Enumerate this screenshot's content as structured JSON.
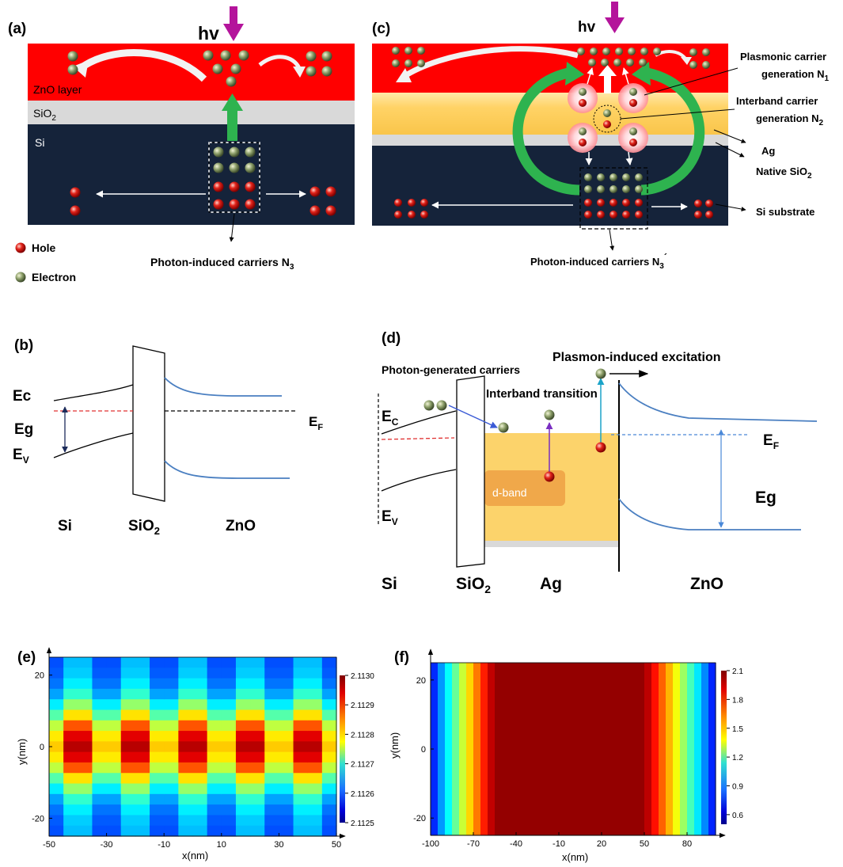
{
  "panels": {
    "a": {
      "tag": "(a)",
      "hv": "hv",
      "zno": "ZnO layer",
      "sio2": "SiO",
      "sio2_sub": "2",
      "si": "Si",
      "legend_hole": "Hole",
      "legend_electron": "Electron",
      "caption": "Photon-induced carriers N",
      "caption_sub": "3"
    },
    "c": {
      "tag": "(c)",
      "hv": "hv",
      "plasmonic_1": "Plasmonic carrier",
      "plasmonic_2": "generation N",
      "plasmonic_sub": "1",
      "interband_1": "Interband carrier",
      "interband_2": "generation N",
      "interband_sub": "2",
      "ag": "Ag",
      "native": "Native SiO",
      "native_sub": "2",
      "si_substrate": "Si substrate",
      "caption": "Photon-induced carriers  N",
      "caption_sub": "3",
      "caption_prime": "´"
    },
    "b": {
      "tag": "(b)",
      "ec": "Ec",
      "eg": "Eg",
      "ev": "E",
      "ev_sub": "V",
      "ef": "E",
      "ef_sub": "F",
      "si": "Si",
      "sio2": "SiO",
      "sio2_sub": "2",
      "zno": "ZnO"
    },
    "d": {
      "tag": "(d)",
      "plasmon_excitation": "Plasmon-induced excitation",
      "photon_generated": "Photon-generated carriers",
      "interband_transition": "Interband transition",
      "ec": "E",
      "ec_sub": "C",
      "ev": "E",
      "ev_sub": "V",
      "ef": "E",
      "ef_sub": "F",
      "eg": "Eg",
      "dband": "d-band",
      "si": "Si",
      "sio2": "SiO",
      "sio2_sub": "2",
      "ag": "Ag",
      "zno": "ZnO"
    }
  },
  "chart_data": [
    {
      "id": "e",
      "tag": "(e)",
      "type": "heatmap",
      "xlabel": "x(nm)",
      "ylabel": "y(nm)",
      "xlim": [
        -50,
        50
      ],
      "ylim": [
        -25,
        25
      ],
      "x_ticks": [
        "-50",
        "-30",
        "-10",
        "10",
        "30",
        "50"
      ],
      "y_ticks": [
        "20",
        "0",
        "-20"
      ],
      "colorbar_range": [
        2.1125,
        2.113
      ],
      "colorbar_ticks": [
        "2.1130",
        "2.1129",
        "2.1128",
        "2.1127",
        "2.1126",
        "2.1125"
      ],
      "pattern": "periodic hot spots along y = 0 every 20 nm, centred at x = -40, -20, 0, 20, 40"
    },
    {
      "id": "f",
      "tag": "(f)",
      "type": "heatmap",
      "xlabel": "x(nm)",
      "ylabel": "y(nm)",
      "xlim": [
        -100,
        100
      ],
      "ylim": [
        -25,
        25
      ],
      "x_ticks": [
        "-100",
        "-70",
        "-40",
        "-10",
        "20",
        "50",
        "80"
      ],
      "y_ticks": [
        "20",
        "0",
        "-20"
      ],
      "colorbar_range": [
        0.5,
        2.1
      ],
      "colorbar_ticks": [
        "2.1",
        "1.8",
        "1.5",
        "1.2",
        "0.9",
        "0.6"
      ],
      "pattern": "uniform high band between x = -55 and x = 50, falling to the minimum at both edges"
    }
  ],
  "colors": {
    "zno_red": "#ff0000",
    "si_navy": "#15233a",
    "sio2_gray": "#d9d9d9",
    "ag_gold": "#fcd36b",
    "arrow_green": "#2eb34f",
    "photon_magenta": "#b4149b",
    "band_blue": "#4a7fc1",
    "fermi_red": "#e03030"
  }
}
